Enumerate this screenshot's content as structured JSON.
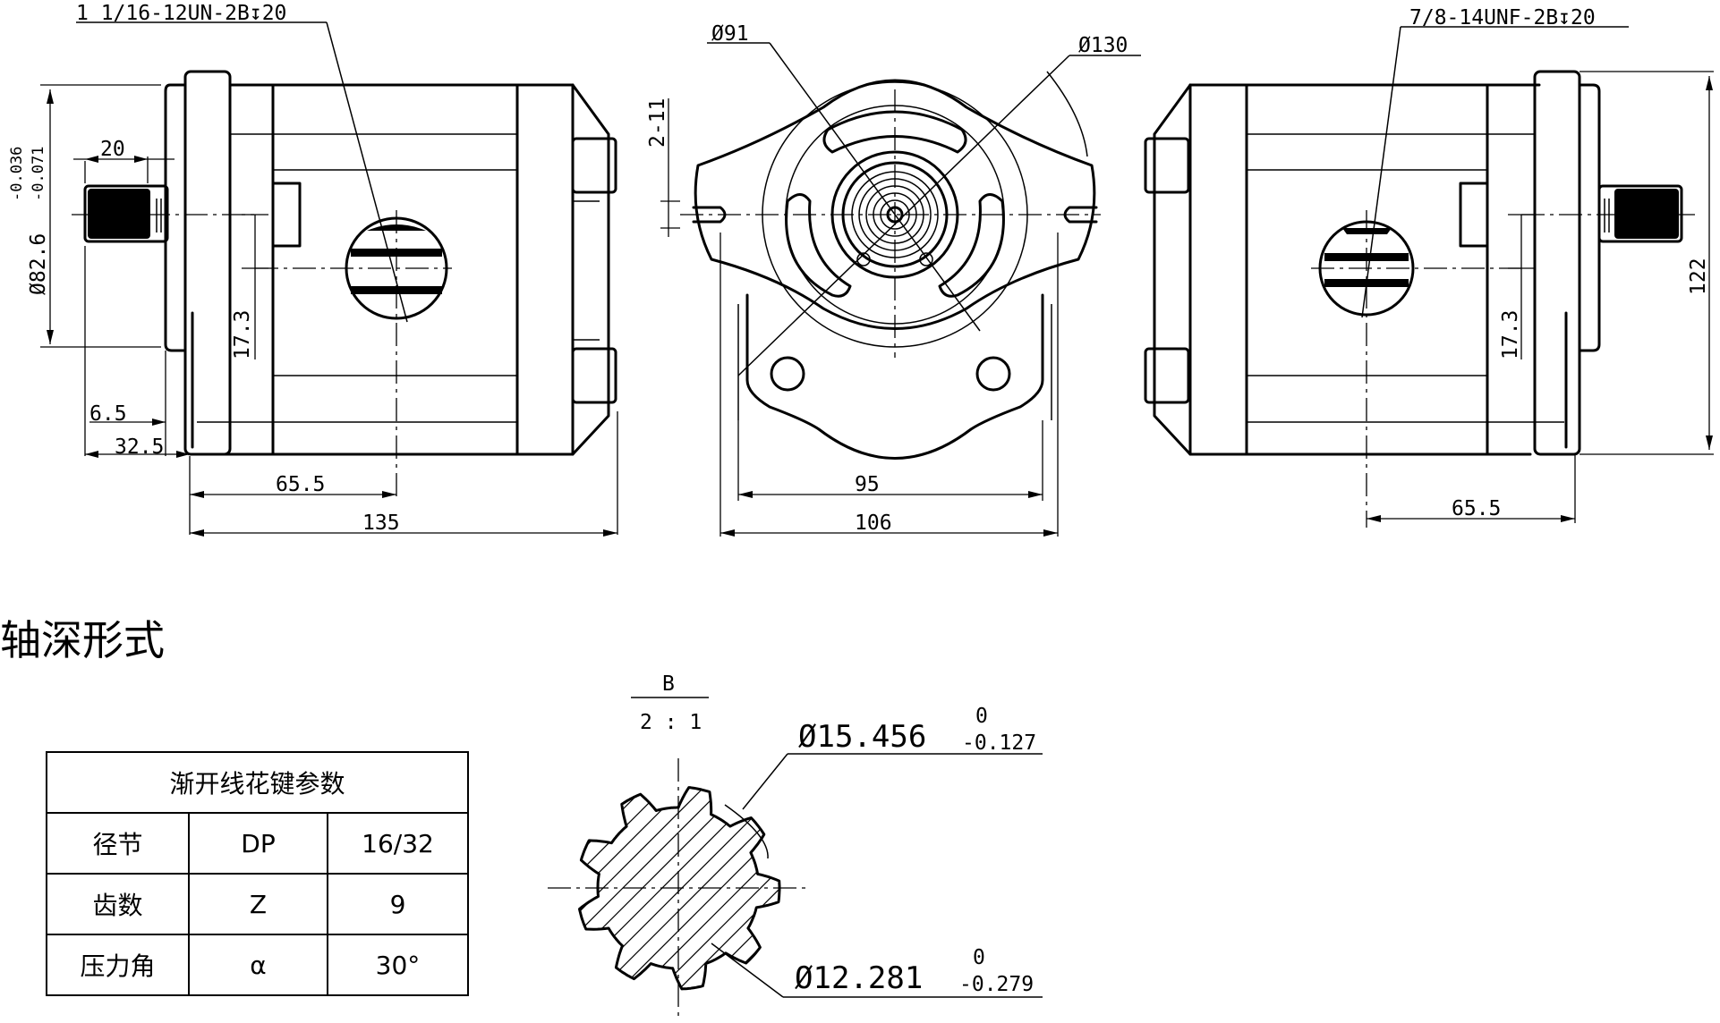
{
  "drawing": {
    "dims": {
      "thread_left": "1 1/16-12UN-2B↧20",
      "thread_right": "7/8-14UNF-2B↧20",
      "dia_91": "Ø91",
      "dia_130": "Ø130",
      "holes_2_11": "2-11",
      "shaft_len_20": "20",
      "tol_upper": "-0.036",
      "tol_lower": "-0.071",
      "pilot_dia": "Ø82.6",
      "port_h_left": "17.3",
      "port_h_right": "17.3",
      "dim_6_5": "6.5",
      "dim_32_5": "32.5",
      "dim_65_5_left": "65.5",
      "dim_135": "135",
      "dim_95": "95",
      "dim_106": "106",
      "dim_122": "122",
      "dim_65_5_right": "65.5"
    },
    "detail": {
      "view_letter": "B",
      "scale": "2 : 1",
      "major_dia": "Ø15.456",
      "major_tol_upper": "0",
      "major_tol_lower": "-0.127",
      "minor_dia": "Ø12.281",
      "minor_tol_upper": "0",
      "minor_tol_lower": "-0.279"
    }
  },
  "section_title": "轴深形式",
  "spline_table": {
    "title": "渐开线花键参数",
    "rows": [
      {
        "name": "径节",
        "symbol": "DP",
        "value": "16/32"
      },
      {
        "name": "齿数",
        "symbol": "Z",
        "value": "9"
      },
      {
        "name": "压力角",
        "symbol": "α",
        "value": "30°"
      }
    ]
  }
}
